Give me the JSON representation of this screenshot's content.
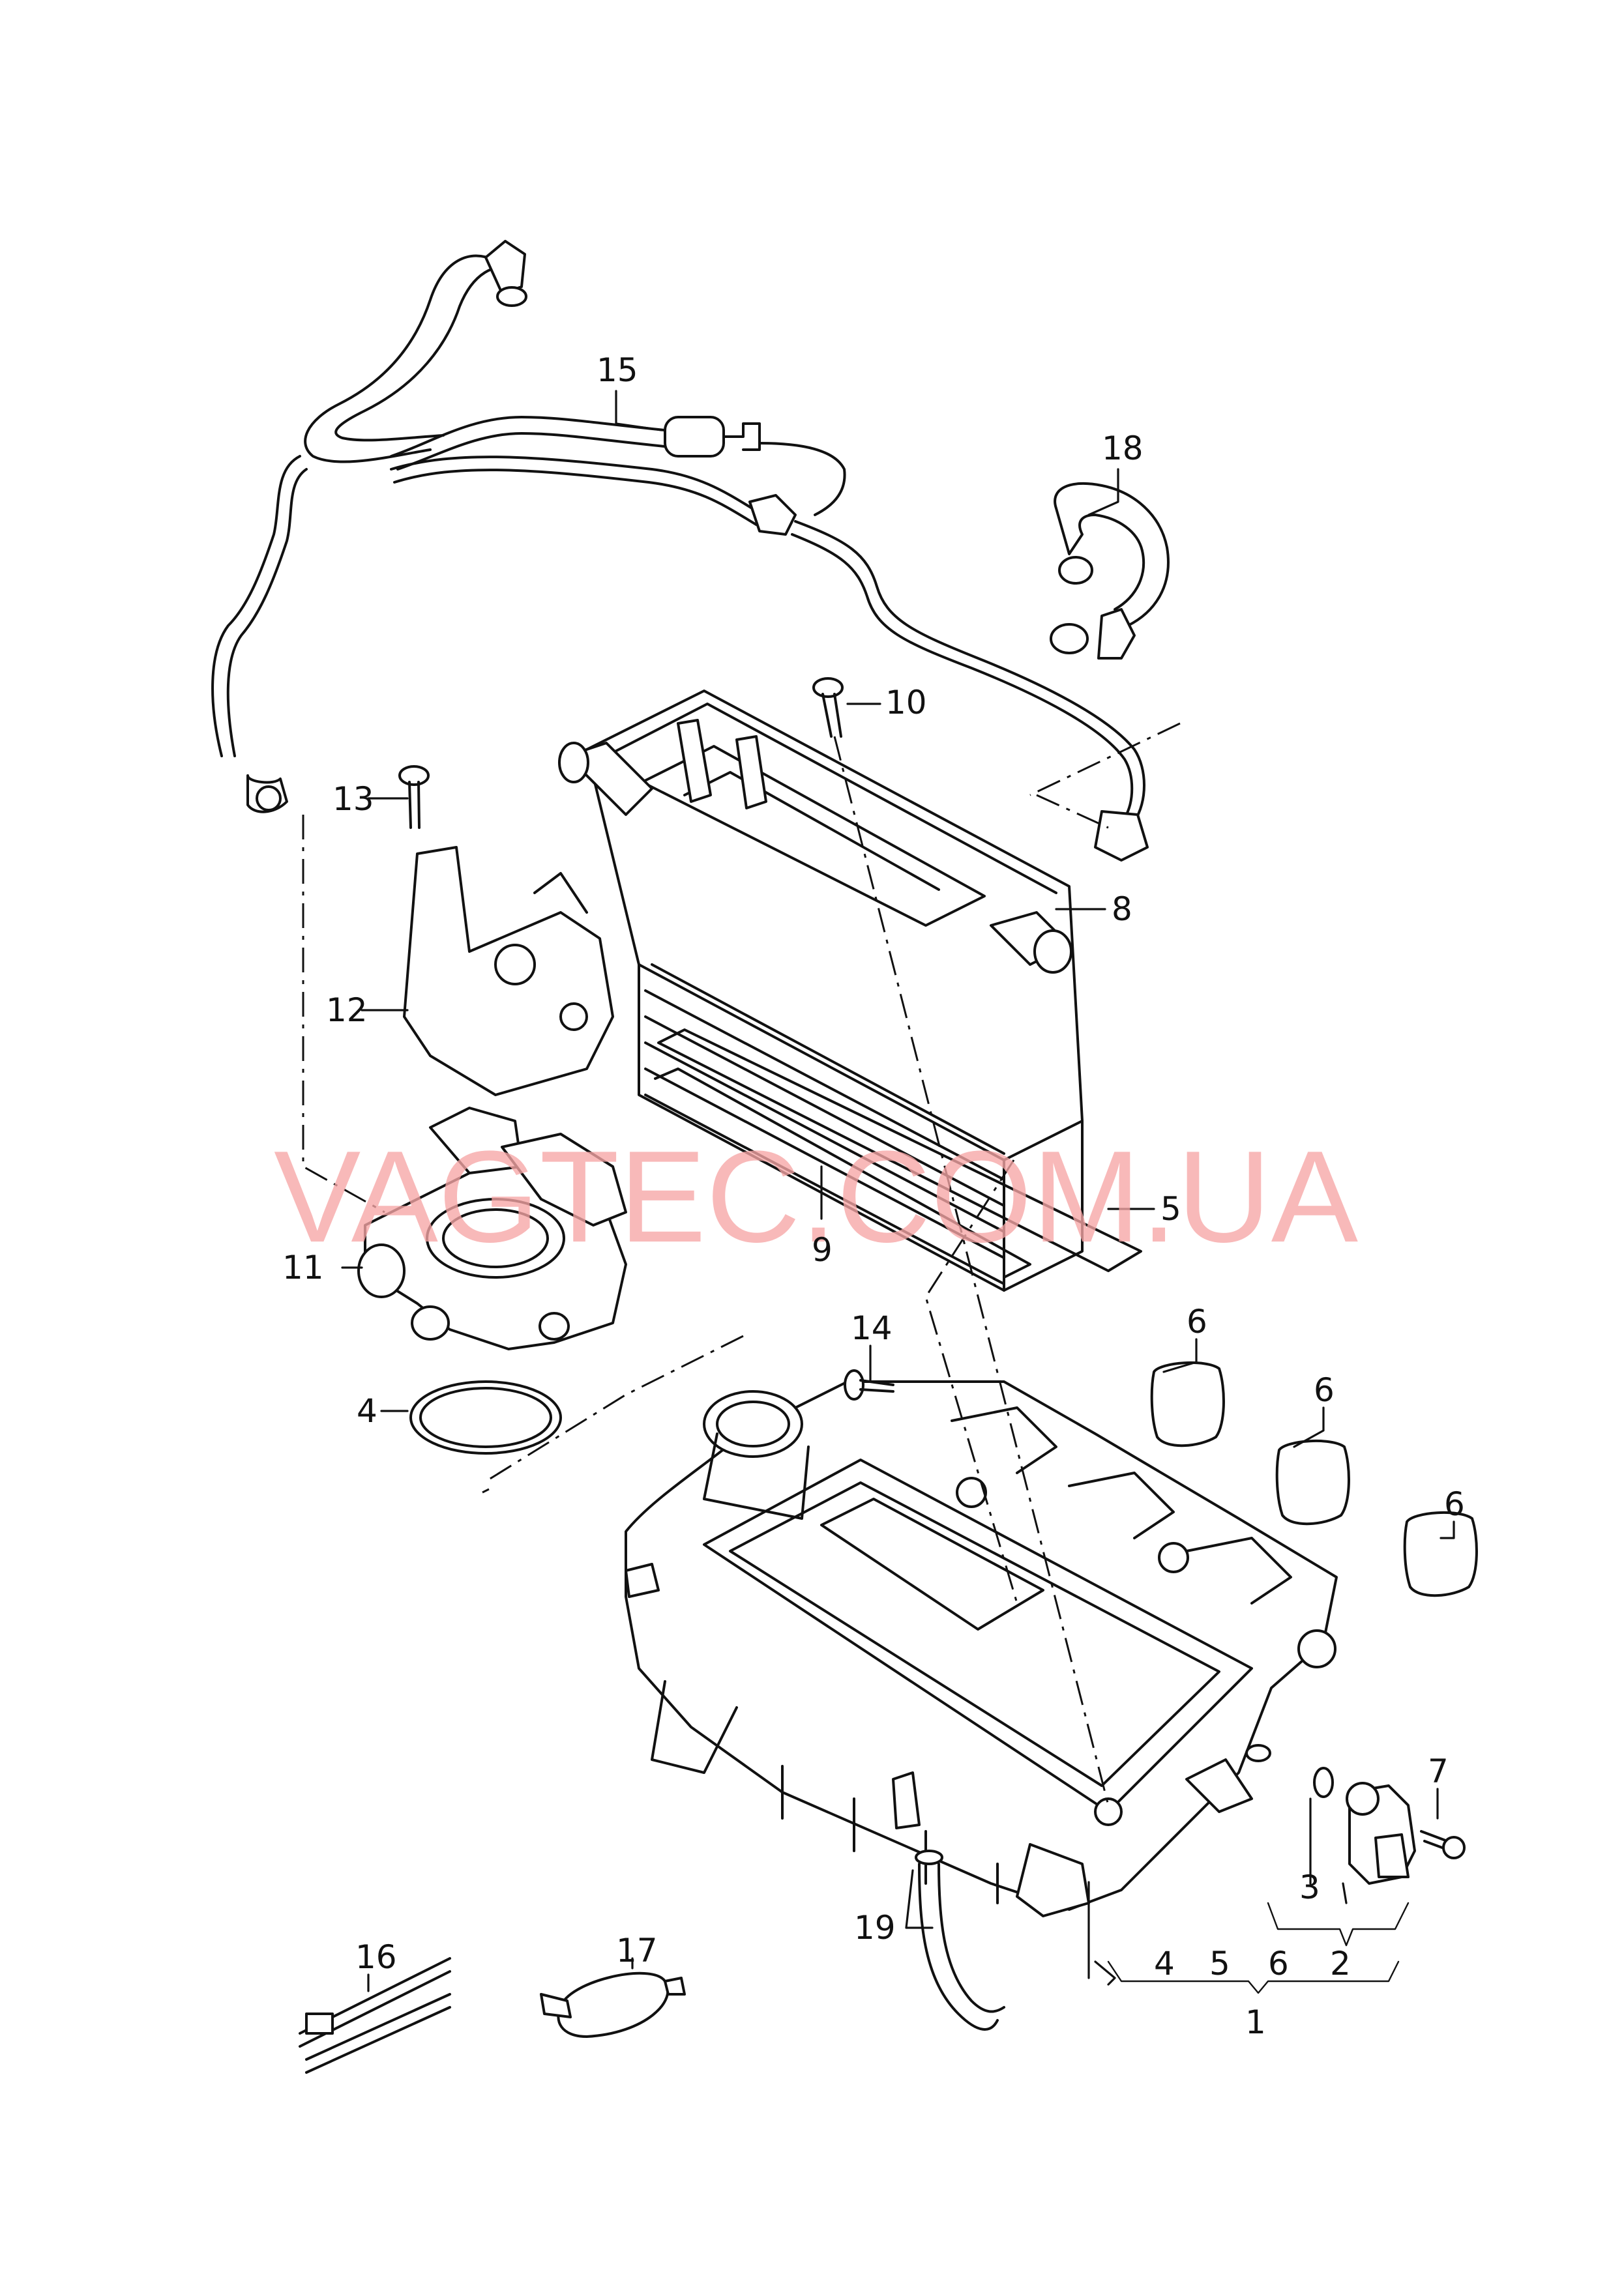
{
  "diagram": {
    "callouts": [
      {
        "id": "c15",
        "text": "15"
      },
      {
        "id": "c18",
        "text": "18"
      },
      {
        "id": "c10",
        "text": "10"
      },
      {
        "id": "c13",
        "text": "13"
      },
      {
        "id": "c8",
        "text": "8"
      },
      {
        "id": "c12",
        "text": "12"
      },
      {
        "id": "c5",
        "text": "5"
      },
      {
        "id": "c9",
        "text": "9"
      },
      {
        "id": "c11",
        "text": "11"
      },
      {
        "id": "c14",
        "text": "14"
      },
      {
        "id": "c6a",
        "text": "6"
      },
      {
        "id": "c6b",
        "text": "6"
      },
      {
        "id": "c6c",
        "text": "6"
      },
      {
        "id": "c4",
        "text": "4"
      },
      {
        "id": "c7",
        "text": "7"
      },
      {
        "id": "c3",
        "text": "3"
      },
      {
        "id": "c16",
        "text": "16"
      },
      {
        "id": "c17",
        "text": "17"
      },
      {
        "id": "c19",
        "text": "19"
      },
      {
        "id": "c2",
        "text": "2"
      },
      {
        "id": "c1",
        "text": "1"
      }
    ],
    "group_labels": {
      "assembly_1": [
        "4",
        "5",
        "6",
        "2"
      ],
      "assembly_1_total": "1"
    },
    "watermark": "VAGTEC.COM.UA"
  }
}
